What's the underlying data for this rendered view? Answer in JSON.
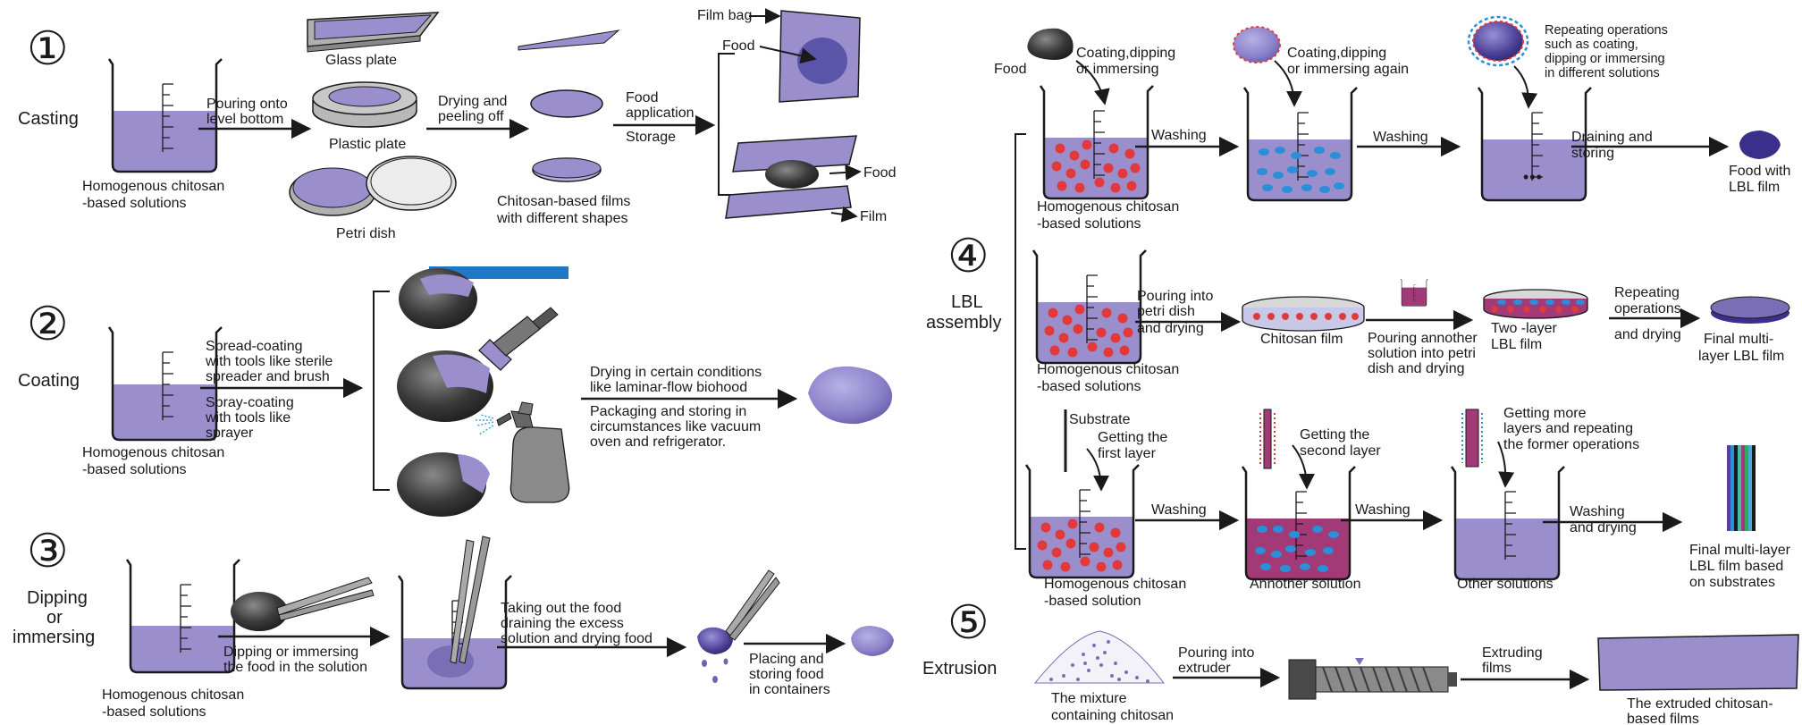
{
  "colors": {
    "solution": "#9a8fcc",
    "solution_dark": "#7a6fb5",
    "film": "#948ad0",
    "film_dark": "#6f64b0",
    "food": "#3a3a3a",
    "food_light": "#6a6a6a",
    "positive": "#e23a3a",
    "negative": "#2a8fd8",
    "magenta_solution": "#a23a78",
    "blue_bar": "#1f78c6",
    "stroke": "#1a1a1a"
  },
  "sections": {
    "casting": {
      "number": "①",
      "title": "Casting",
      "beaker_label": [
        "Homogenous chitosan",
        "-based solutions"
      ],
      "arrow1_label": [
        "Pouring onto",
        "level bottom"
      ],
      "glass_plate": "Glass plate",
      "plastic_plate": "Plastic plate",
      "petri_dish": "Petri dish",
      "arrow2_label": [
        "Drying and",
        "peeling off"
      ],
      "films_label": [
        "Chitosan-based films",
        "with different shapes"
      ],
      "arrow3_label": [
        "Food",
        "application",
        "Storage"
      ],
      "film_bag": "Film bag",
      "food": "Food",
      "food2": "Food",
      "film": "Film"
    },
    "coating": {
      "number": "②",
      "title": "Coating",
      "beaker_label": [
        "Homogenous chitosan",
        "-based solutions"
      ],
      "arrow1_label": [
        "Spread-coating",
        "with tools like sterile",
        "spreader and brush"
      ],
      "arrow1_label2": [
        "Spray-coating",
        "with tools like",
        "sprayer"
      ],
      "arrow2_label": [
        "Drying in certain conditions",
        "like laminar-flow biohood"
      ],
      "arrow2_label2": [
        "Packaging and storing in",
        "circumstances like vacuum",
        "oven and refrigerator."
      ]
    },
    "dipping": {
      "number": "③",
      "title": [
        "Dipping",
        "or",
        "immersing"
      ],
      "beaker_label": [
        "Homogenous chitosan",
        "-based solutions"
      ],
      "arrow1_label": [
        "Dipping or immersing",
        "the food in the solution"
      ],
      "arrow2_label": [
        "Taking out the food",
        "draining the excess",
        "solution and drying food"
      ],
      "arrow3_label": [
        "Placing and",
        "storing food",
        "in containers"
      ]
    },
    "lbl": {
      "number": "④",
      "title": [
        "LBL",
        "assembly"
      ],
      "row1": {
        "food": "Food",
        "step1": [
          "Coating,dipping",
          "or immersing"
        ],
        "step2": [
          "Coating,dipping",
          "or immersing again"
        ],
        "step3": [
          "Repeating operations",
          "such as coating,",
          "dipping or immersing",
          "in different solutions"
        ],
        "washing1": "Washing",
        "washing2": "Washing",
        "drain": [
          "Draining and",
          "storing"
        ],
        "result": [
          "Food with",
          "LBL film"
        ],
        "beaker_label": [
          "Homogenous chitosan",
          "-based solutions"
        ],
        "dots": "•••"
      },
      "row2": {
        "beaker_label": [
          "Homogenous chitosan",
          "-based solutions"
        ],
        "pour": [
          "Pouring into",
          "petri dish",
          "and drying"
        ],
        "chitosan_film": "Chitosan film",
        "pour2": [
          "Pouring annother",
          "solution into petri",
          "dish and drying"
        ],
        "two_layer": [
          "Two -layer",
          "LBL film"
        ],
        "repeat": [
          "Repeating",
          "operations"
        ],
        "and_drying": "and drying",
        "final": [
          "Final multi-",
          "layer LBL film"
        ]
      },
      "row3": {
        "substrate": "Substrate",
        "first": [
          "Getting the",
          "first layer"
        ],
        "second": [
          "Getting the",
          "second layer"
        ],
        "more": [
          "Getting more",
          "layers and repeating",
          "the former operations"
        ],
        "washing1": "Washing",
        "washing2": "Washing",
        "washing3": [
          "Washing",
          "and drying"
        ],
        "beaker_label": [
          "Homogenous chitosan",
          "-based solution"
        ],
        "another": "Annother solution",
        "other": "Other solutions",
        "final": [
          "Final multi-layer",
          "LBL film based",
          "on substrates"
        ]
      }
    },
    "extrusion": {
      "number": "⑤",
      "title": "Extrusion",
      "mixture": [
        "The mixture",
        "containing chitosan"
      ],
      "pour": [
        "Pouring into",
        "extruder"
      ],
      "extrude": [
        "Extruding",
        "films"
      ],
      "result": [
        "The extruded chitosan-",
        "based films"
      ]
    }
  }
}
